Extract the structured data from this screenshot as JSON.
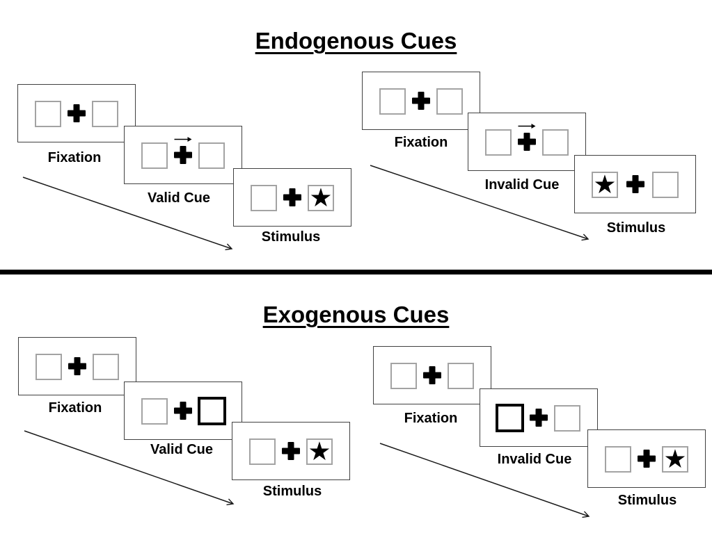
{
  "diagram": {
    "title_style": "bold-underlined",
    "sections": [
      {
        "title": "Endogenous Cues",
        "trials": [
          {
            "type": "valid-trial",
            "panels": [
              {
                "label": "Fixation",
                "left_box": "empty",
                "right_box": "empty",
                "center": "fixation-cross"
              },
              {
                "label": "Valid Cue",
                "left_box": "empty",
                "right_box": "empty",
                "center": "fixation-cross",
                "cue": "central-arrow-pointing-right"
              },
              {
                "label": "Stimulus",
                "left_box": "empty",
                "right_box": "star",
                "center": "fixation-cross"
              }
            ]
          },
          {
            "type": "invalid-trial",
            "panels": [
              {
                "label": "Fixation",
                "left_box": "empty",
                "right_box": "empty",
                "center": "fixation-cross"
              },
              {
                "label": "Invalid Cue",
                "left_box": "empty",
                "right_box": "empty",
                "center": "fixation-cross",
                "cue": "central-arrow-pointing-right"
              },
              {
                "label": "Stimulus",
                "left_box": "star",
                "right_box": "empty",
                "center": "fixation-cross"
              }
            ]
          }
        ]
      },
      {
        "title": "Exogenous Cues",
        "trials": [
          {
            "type": "valid-trial",
            "panels": [
              {
                "label": "Fixation",
                "left_box": "empty",
                "right_box": "empty",
                "center": "fixation-cross"
              },
              {
                "label": "Valid Cue",
                "left_box": "empty",
                "right_box": "highlighted-thick-border",
                "center": "fixation-cross"
              },
              {
                "label": "Stimulus",
                "left_box": "empty",
                "right_box": "star",
                "center": "fixation-cross"
              }
            ]
          },
          {
            "type": "invalid-trial",
            "panels": [
              {
                "label": "Fixation",
                "left_box": "empty",
                "right_box": "empty",
                "center": "fixation-cross"
              },
              {
                "label": "Invalid Cue",
                "left_box": "highlighted-thick-border",
                "right_box": "empty",
                "center": "fixation-cross"
              },
              {
                "label": "Stimulus",
                "left_box": "empty",
                "right_box": "star",
                "center": "fixation-cross"
              }
            ]
          }
        ]
      }
    ],
    "glyphs": {
      "star": "★"
    },
    "colors": {
      "ink": "#000000",
      "panel_border": "#404040",
      "box_border": "#a3a3a3",
      "background": "#ffffff"
    }
  }
}
